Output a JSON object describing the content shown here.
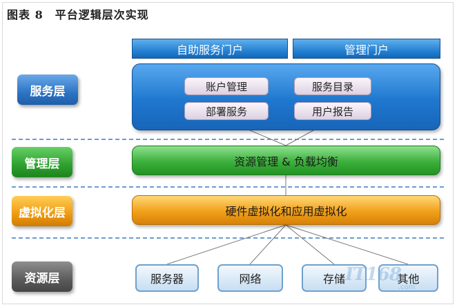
{
  "caption": "图表 8　平台逻辑层次实现",
  "layers": {
    "service": "服务层",
    "management": "管理层",
    "virtualization": "虚拟化层",
    "resource": "资源层"
  },
  "portals": {
    "self_service": "自助服务门户",
    "management": "管理门户"
  },
  "services": {
    "account": "账户管理",
    "catalog": "服务目录",
    "deploy": "部署服务",
    "report": "用户报告"
  },
  "bars": {
    "management": "资源管理 & 负载均衡",
    "virtualization": "硬件虚拟化和应用虚拟化"
  },
  "resources": {
    "server": "服务器",
    "network": "网络",
    "storage": "存储",
    "other": "其他"
  },
  "watermark": "IT168",
  "watermark_url": ".com",
  "colors": {
    "service_blue": "#1f78cf",
    "management_green": "#3cb03c",
    "virtualization_orange": "#f2a01a",
    "resource_gray": "#5b5b5b",
    "divider_blue": "#3a78c8"
  }
}
